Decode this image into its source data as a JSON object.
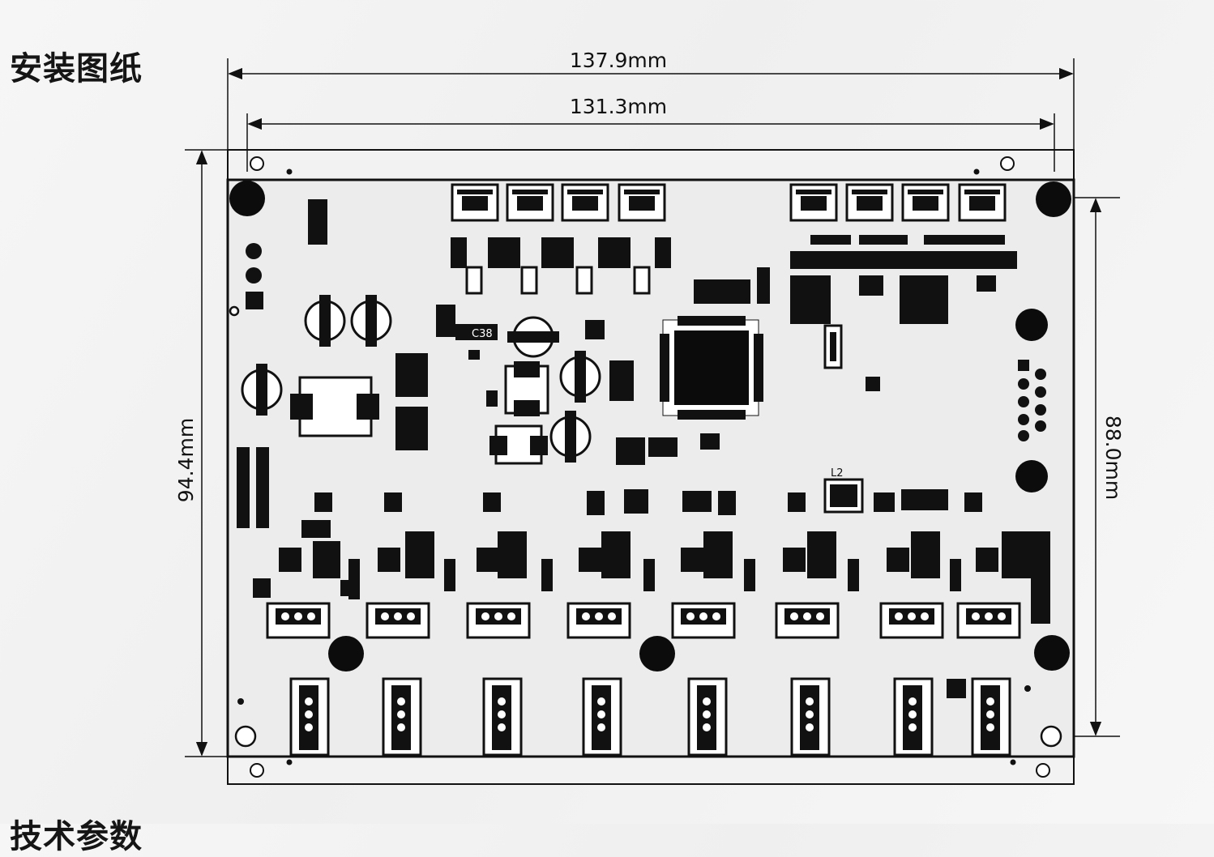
{
  "page": {
    "title": "安装图纸",
    "next_section_title": "技术参数"
  },
  "dimensions": {
    "overall_width": "137.9mm",
    "hole_spacing_width": "131.3mm",
    "overall_height": "94.4mm",
    "hole_spacing_height": "88.0mm"
  },
  "board_labels": {
    "c38": "C38",
    "l2": "L2"
  },
  "colors": {
    "board_fill": "#eeeeee",
    "ink": "#0d0d0d",
    "background": "#f4f4f4"
  }
}
